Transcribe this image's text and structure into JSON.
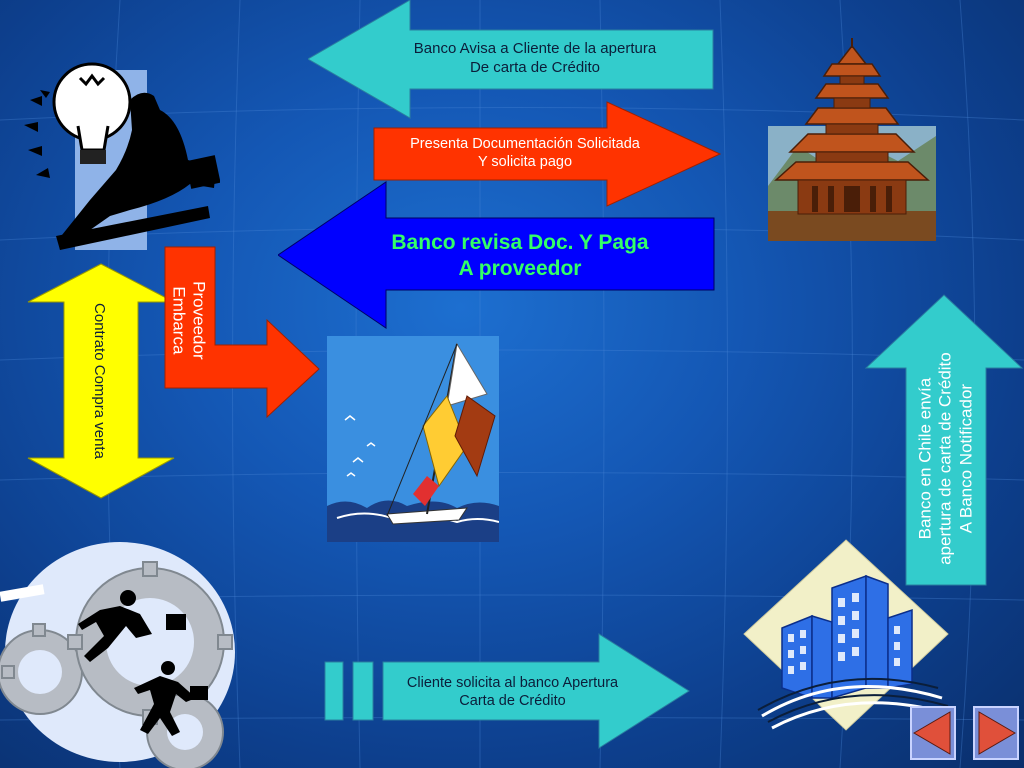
{
  "flow": {
    "bank_notifies": {
      "line1": "Banco Avisa a Cliente de la apertura",
      "line2": "De carta de Crédito",
      "color": "#33cccc"
    },
    "present_docs": {
      "line1": "Presenta Documentación Solicitada",
      "line2": "Y solicita pago",
      "color": "#ff3300"
    },
    "bank_reviews": {
      "line1": "Banco revisa Doc. Y Paga",
      "line2": "A proveedor",
      "color": "#0000ff",
      "text_color": "#33ff66"
    },
    "supplier_ships": {
      "line1": "Proveedor",
      "line2": "Embarca",
      "color": "#ff3300"
    },
    "contract": {
      "label": "Contrato Compra venta",
      "color": "#ffff00"
    },
    "chile_bank": {
      "line1": "Banco en Chile envía",
      "line2": "apertura de carta de Crédito",
      "line3": "A Banco Notificador",
      "color": "#33cccc"
    },
    "client_requests": {
      "line1": "Cliente solicita al banco Apertura",
      "line2": "Carta de Crédito",
      "color": "#33cccc"
    }
  },
  "nav": {
    "prev": "previous",
    "next": "next"
  }
}
